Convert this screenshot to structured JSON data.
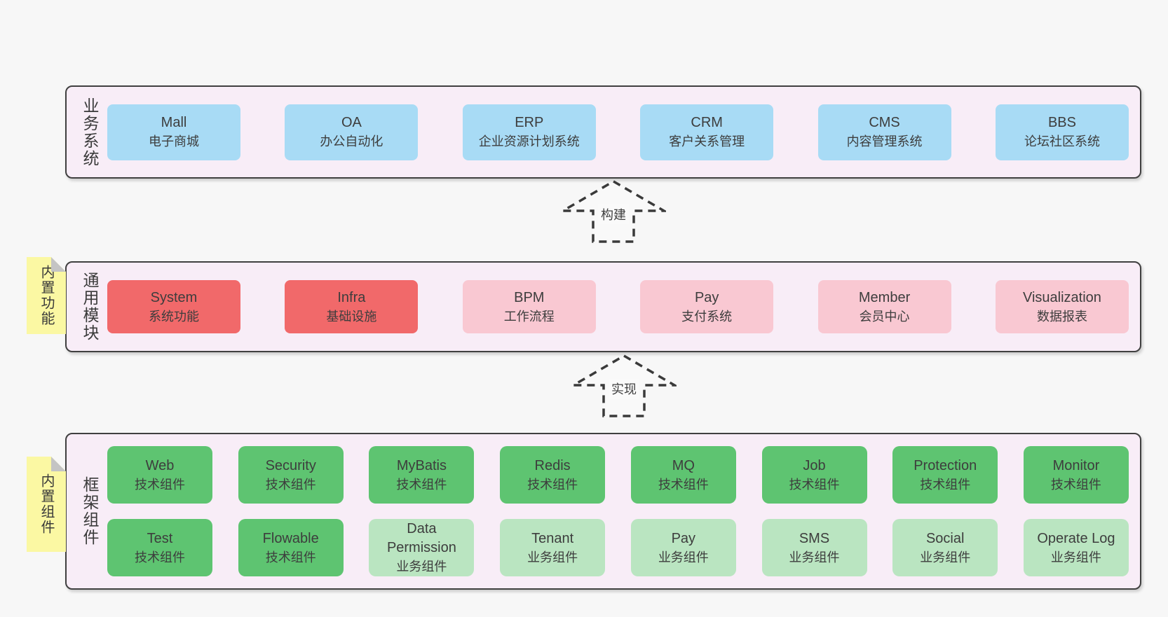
{
  "diagram": {
    "colors": {
      "background": "#f7f7f7",
      "panel_fill": "#f8edf7",
      "panel_border": "#404040",
      "blue_box": "#a8dbf5",
      "red_box": "#f1696a",
      "pink_box": "#f9c8d2",
      "green_box": "#5ec471",
      "light_green_box": "#bae5c1",
      "note_yellow": "#fbf8a3",
      "note_fold_gray": "#c4c4c4",
      "text": "#3d3d3d"
    },
    "business": {
      "label": "业务系统",
      "boxes": [
        {
          "title": "Mall",
          "subtitle": "电子商城"
        },
        {
          "title": "OA",
          "subtitle": "办公自动化"
        },
        {
          "title": "ERP",
          "subtitle": "企业资源计划系统"
        },
        {
          "title": "CRM",
          "subtitle": "客户关系管理"
        },
        {
          "title": "CMS",
          "subtitle": "内容管理系统"
        },
        {
          "title": "BBS",
          "subtitle": "论坛社区系统"
        }
      ]
    },
    "arrows": {
      "build": "构建",
      "implement": "实现"
    },
    "modules": {
      "tab": "内置功能",
      "label": "通用模块",
      "boxes": [
        {
          "title": "System",
          "subtitle": "系统功能"
        },
        {
          "title": "Infra",
          "subtitle": "基础设施"
        },
        {
          "title": "BPM",
          "subtitle": "工作流程"
        },
        {
          "title": "Pay",
          "subtitle": "支付系统"
        },
        {
          "title": "Member",
          "subtitle": "会员中心"
        },
        {
          "title": "Visualization",
          "subtitle": "数据报表"
        }
      ]
    },
    "framework": {
      "tab": "内置组件",
      "label": "框架组件",
      "rows": [
        [
          {
            "title": "Web",
            "subtitle": "技术组件"
          },
          {
            "title": "Security",
            "subtitle": "技术组件"
          },
          {
            "title": "MyBatis",
            "subtitle": "技术组件"
          },
          {
            "title": "Redis",
            "subtitle": "技术组件"
          },
          {
            "title": "MQ",
            "subtitle": "技术组件"
          },
          {
            "title": "Job",
            "subtitle": "技术组件"
          },
          {
            "title": "Protection",
            "subtitle": "技术组件"
          },
          {
            "title": "Monitor",
            "subtitle": "技术组件"
          }
        ],
        [
          {
            "title": "Test",
            "subtitle": "技术组件"
          },
          {
            "title": "Flowable",
            "subtitle": "技术组件"
          },
          {
            "title": "Data Permission",
            "subtitle": "业务组件"
          },
          {
            "title": "Tenant",
            "subtitle": "业务组件"
          },
          {
            "title": "Pay",
            "subtitle": "业务组件"
          },
          {
            "title": "SMS",
            "subtitle": "业务组件"
          },
          {
            "title": "Social",
            "subtitle": "业务组件"
          },
          {
            "title": "Operate Log",
            "subtitle": "业务组件"
          }
        ]
      ]
    }
  }
}
